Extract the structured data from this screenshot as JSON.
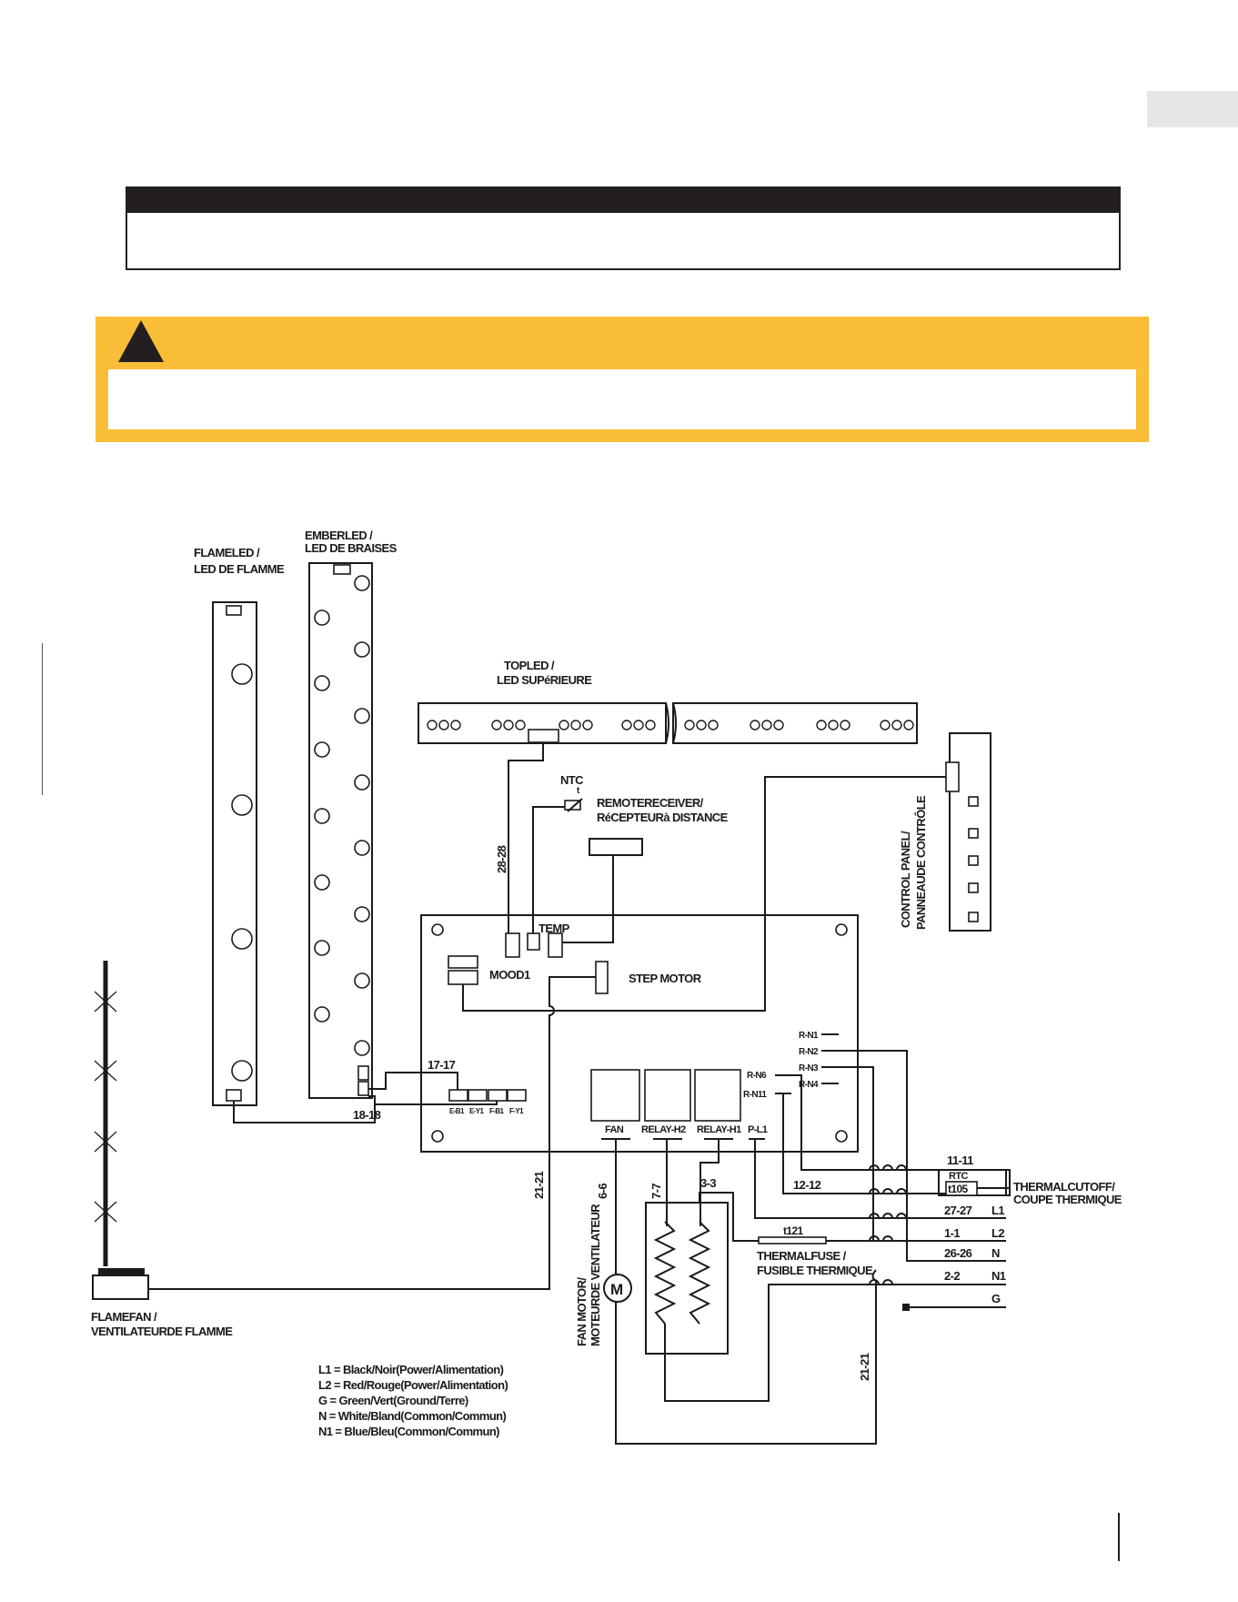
{
  "labels": {
    "flame_led": "FLAMELED /",
    "flame_led_fr": "LED DE FLAMME",
    "ember_led": "EMBERLED /",
    "ember_led_fr": "LED DE BRAISES",
    "top_led": "TOPLED /",
    "top_led_fr": "LED SUPéRIEURE",
    "ntc": "NTC",
    "ntc_t": "t",
    "remote_receiver": "REMOTERECEIVER/",
    "remote_receiver_fr": "RéCEPTEURà DISTANCE",
    "control_panel": "CONTROL PANEL/",
    "control_panel_fr": "PANNEAUDE CONTRÔLE",
    "temp": "TEMP",
    "mood1": "MOOD1",
    "step_motor": "STEP MOTOR",
    "fan": "FAN",
    "relay_h2": "RELAY-H2",
    "relay_h1": "RELAY-H1",
    "p_l1": "P-L1",
    "r_n1": "R-N1",
    "r_n2": "R-N2",
    "r_n3": "R-N3",
    "r_n4": "R-N4",
    "r_n6": "R-N6",
    "r_n11": "R-N11",
    "e_b1": "E-B1",
    "e_y1": "E-Y1",
    "f_b1": "F-B1",
    "f_y1": "F-Y1",
    "flame_fan": "FLAMEFAN /",
    "flame_fan_fr": "VENTILATEURDE FLAMME",
    "fan_motor": "FAN MOTOR/",
    "fan_motor_fr": "MOTEURDE VENTILATEUR",
    "motor_symbol": "M",
    "thermal_cutoff": "THERMALCUTOFF/",
    "thermal_cutoff_fr": "COUPE THERMIQUE",
    "thermal_fuse": "THERMALFUSE /",
    "thermal_fuse_fr": "FUSIBLE THERMIQUE",
    "rtc": "RTC",
    "t105": "t105",
    "t121": "t121"
  },
  "wire_numbers": {
    "w28": "28-28",
    "w17": "17-17",
    "w18": "18-18",
    "w21a": "21-21",
    "w21b": "21-21",
    "w6": "6-6",
    "w7": "7-7",
    "w3": "3-3",
    "w11": "11-11",
    "w12": "12-12",
    "w27": "27-27",
    "w1": "1-1",
    "w26": "26-26",
    "w2": "2-2"
  },
  "terminals": [
    "L1",
    "L2",
    "N",
    "N1",
    "G"
  ],
  "legend": [
    "L1 = Black/Noir(Power/Alimentation)",
    "L2 = Red/Rouge(Power/Alimentation)",
    "G = Green/Vert(Ground/Terre)",
    "N = White/Bland(Common/Commun)",
    "N1 = Blue/Bleu(Common/Commun)"
  ],
  "colors": {
    "warning_yellow": "#f9bd38",
    "dark": "#231f20",
    "tab_gray": "#e6e6e6"
  }
}
